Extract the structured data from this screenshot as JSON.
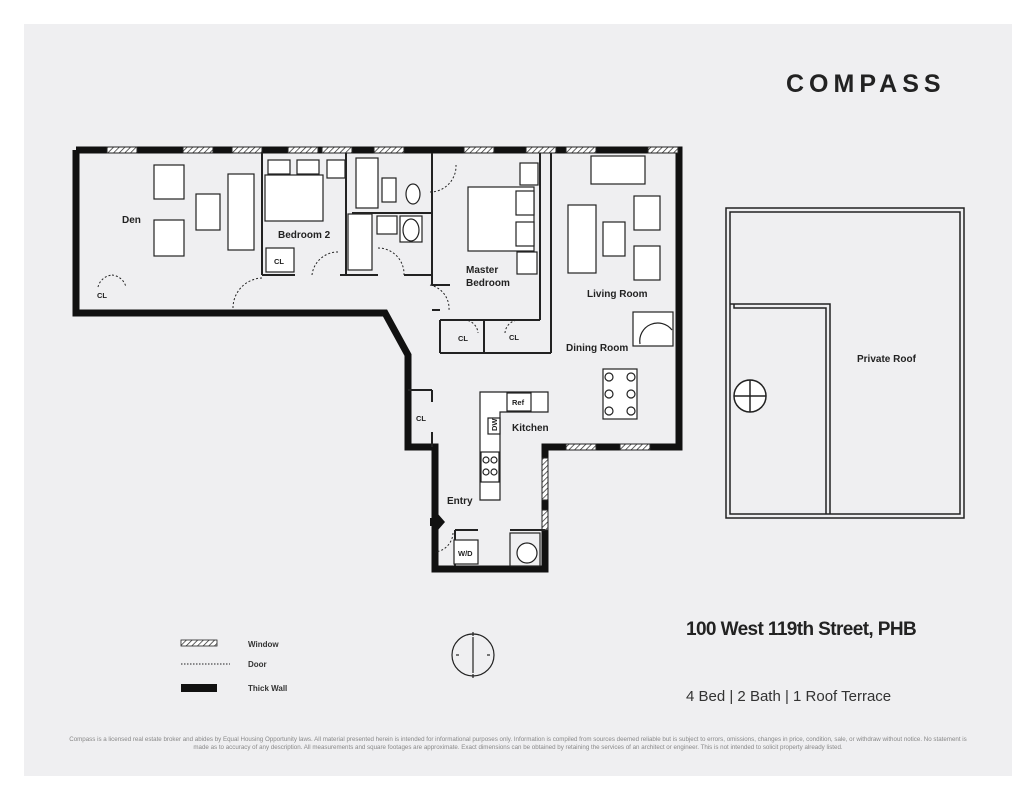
{
  "brand": {
    "name": "COMPASS"
  },
  "listing": {
    "address": "100 West 119th Street, PHB",
    "summary": "4 Bed | 2 Bath | 1 Roof Terrace"
  },
  "rooms": {
    "den": "Den",
    "bedroom2": "Bedroom 2",
    "master_line1": "Master",
    "master_line2": "Bedroom",
    "living": "Living Room",
    "dining": "Dining Room",
    "kitchen": "Kitchen",
    "entry": "Entry",
    "roof": "Private Roof",
    "closet": "CL",
    "washer_dryer": "W/D",
    "refrigerator": "Ref",
    "dishwasher": "DW"
  },
  "legend": {
    "window": "Window",
    "door": "Door",
    "thick_wall": "Thick Wall"
  },
  "disclaimer": "Compass is a licensed real estate broker and abides by Equal Housing Opportunity laws. All material presented herein is intended for informational purposes only. Information is compiled from sources deemed reliable but is subject to errors, omissions, changes in price, condition, sale, or withdraw without notice. No statement is made as to accuracy of any description. All measurements and square footages are approximate. Exact dimensions can be obtained by retaining the services of an architect or engineer. This is not intended to solicit property already listed.",
  "colors": {
    "background": "#efeff1",
    "wall": "#111111",
    "line": "#222222"
  }
}
